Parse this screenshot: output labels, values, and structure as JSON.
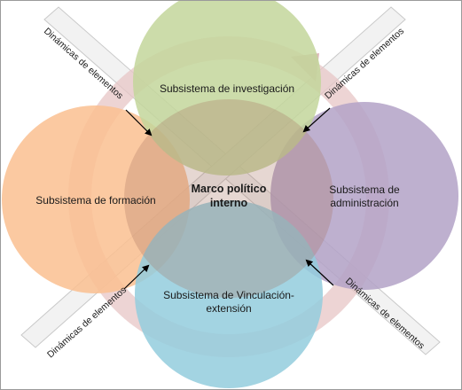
{
  "center": {
    "line1": "Marco político",
    "line2": "interno"
  },
  "subsystems": {
    "research": {
      "label": "Subsistema de investigación",
      "color": "#C3D69B"
    },
    "training": {
      "label": "Subsistema de formación",
      "color": "#FAC090"
    },
    "administration": {
      "line1": "Subsistema de",
      "line2": "administración",
      "color": "#B3A2C7"
    },
    "extension": {
      "line1": "Subsistema de Vinculación-",
      "line2": "extensión",
      "color": "#93CDDD"
    }
  },
  "dynamics": {
    "top_left": "Dinámicas de elementos",
    "top_right": "Dinámicas de elementos",
    "bottom_left": "Dinámicas de elementos",
    "bottom_right": "Dinámicas de elementos"
  },
  "colors": {
    "ring": "#E7C6C6",
    "band": "#F2F2F2",
    "band_border": "#C9C9C9",
    "overlap": "#A66F5E"
  }
}
